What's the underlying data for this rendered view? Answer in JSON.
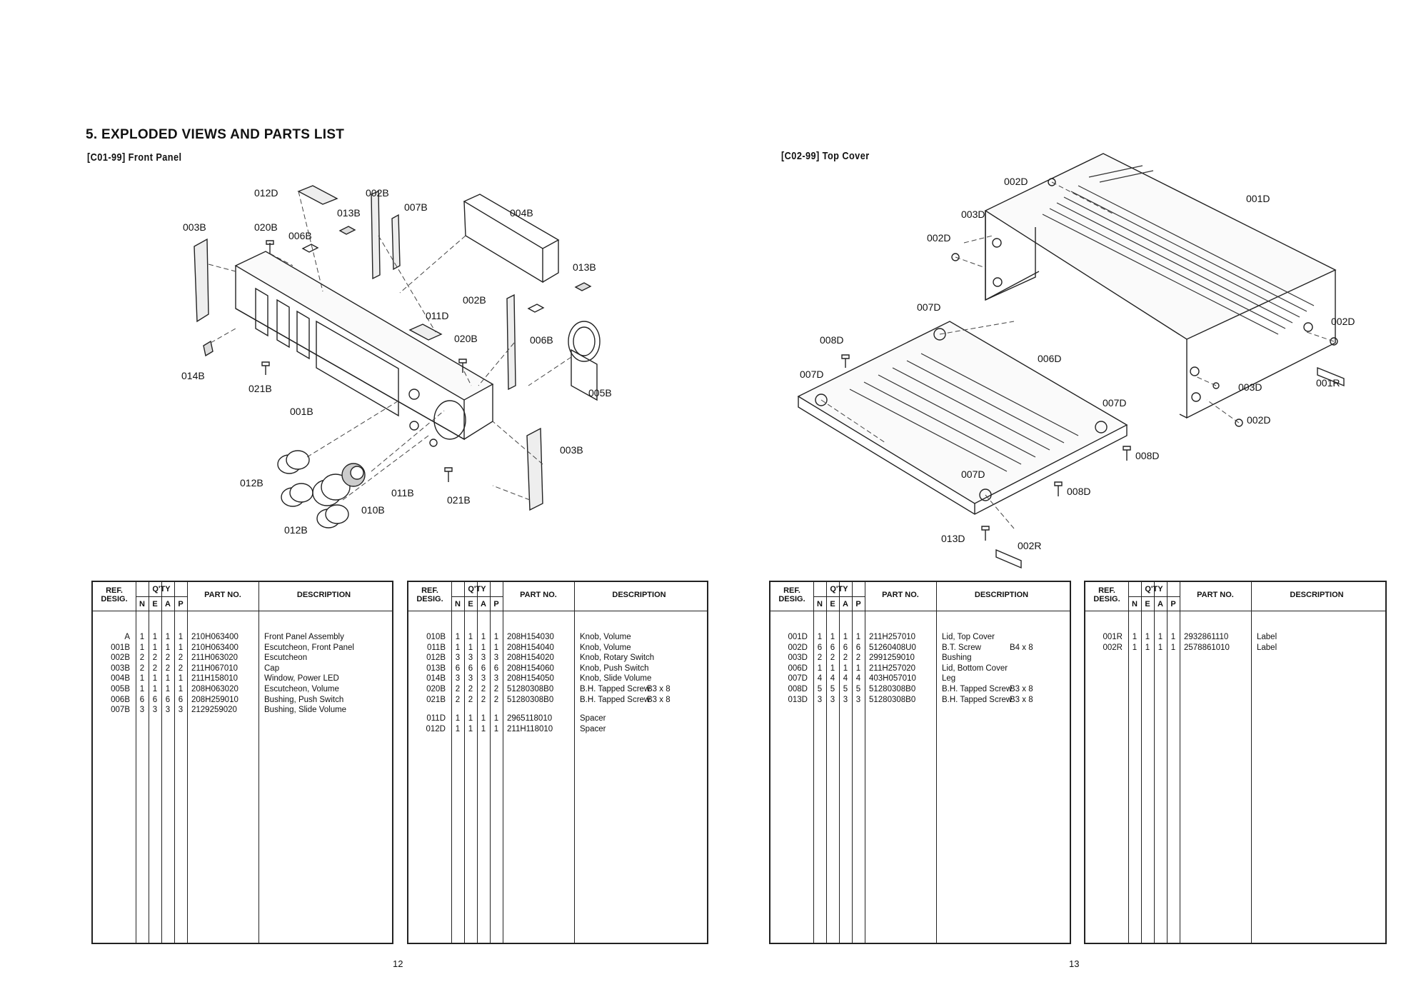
{
  "heading": "5. EXPLODED VIEWS AND PARTS LIST",
  "figures": {
    "front_panel": {
      "title": "[C01-99] Front Panel",
      "callouts": [
        "012D",
        "002B",
        "013B",
        "007B",
        "004B",
        "003B",
        "020B",
        "006B",
        "013B",
        "002B",
        "011D",
        "020B",
        "006B",
        "014B",
        "021B",
        "001B",
        "005B",
        "003B",
        "012B",
        "011B",
        "021B",
        "010B",
        "012B"
      ]
    },
    "top_cover": {
      "title": "[C02-99] Top Cover",
      "callouts": [
        "002D",
        "001D",
        "003D",
        "002D",
        "007D",
        "008D",
        "007D",
        "006D",
        "007D",
        "002D",
        "001R",
        "003D",
        "002D",
        "008D",
        "007D",
        "008D",
        "013D",
        "002R"
      ]
    }
  },
  "table_headers": {
    "ref": "REF.",
    "desig": "DESIG.",
    "qty": "Q'TY",
    "q_cols": [
      "N",
      "E",
      "A",
      "P"
    ],
    "part_no": "PART NO.",
    "description": "DESCRIPTION"
  },
  "tables": [
    {
      "rows": [
        {
          "ref": "A",
          "q": [
            "1",
            "1",
            "1",
            "1"
          ],
          "part": "210H063400",
          "desc": "Front Panel Assembly",
          "size": ""
        },
        {
          "ref": "001B",
          "q": [
            "1",
            "1",
            "1",
            "1"
          ],
          "part": "210H063400",
          "desc": "Escutcheon, Front Panel",
          "size": ""
        },
        {
          "ref": "002B",
          "q": [
            "2",
            "2",
            "2",
            "2"
          ],
          "part": "211H063020",
          "desc": "Escutcheon",
          "size": ""
        },
        {
          "ref": "003B",
          "q": [
            "2",
            "2",
            "2",
            "2"
          ],
          "part": "211H067010",
          "desc": "Cap",
          "size": ""
        },
        {
          "ref": "004B",
          "q": [
            "1",
            "1",
            "1",
            "1"
          ],
          "part": "211H158010",
          "desc": "Window, Power LED",
          "size": ""
        },
        {
          "ref": "005B",
          "q": [
            "1",
            "1",
            "1",
            "1"
          ],
          "part": "208H063020",
          "desc": "Escutcheon, Volume",
          "size": ""
        },
        {
          "ref": "006B",
          "q": [
            "6",
            "6",
            "6",
            "6"
          ],
          "part": "208H259010",
          "desc": "Bushing, Push Switch",
          "size": ""
        },
        {
          "ref": "007B",
          "q": [
            "3",
            "3",
            "3",
            "3"
          ],
          "part": "2129259020",
          "desc": "Bushing, Slide Volume",
          "size": ""
        }
      ]
    },
    {
      "rows": [
        {
          "ref": "010B",
          "q": [
            "1",
            "1",
            "1",
            "1"
          ],
          "part": "208H154030",
          "desc": "Knob, Volume",
          "size": ""
        },
        {
          "ref": "011B",
          "q": [
            "1",
            "1",
            "1",
            "1"
          ],
          "part": "208H154040",
          "desc": "Knob, Volume",
          "size": ""
        },
        {
          "ref": "012B",
          "q": [
            "3",
            "3",
            "3",
            "3"
          ],
          "part": "208H154020",
          "desc": "Knob, Rotary Switch",
          "size": ""
        },
        {
          "ref": "013B",
          "q": [
            "6",
            "6",
            "6",
            "6"
          ],
          "part": "208H154060",
          "desc": "Knob, Push Switch",
          "size": ""
        },
        {
          "ref": "014B",
          "q": [
            "3",
            "3",
            "3",
            "3"
          ],
          "part": "208H154050",
          "desc": "Knob, Slide Volume",
          "size": ""
        },
        {
          "ref": "020B",
          "q": [
            "2",
            "2",
            "2",
            "2"
          ],
          "part": "51280308B0",
          "desc": "B.H. Tapped Screw",
          "size": "B3 x 8"
        },
        {
          "ref": "021B",
          "q": [
            "2",
            "2",
            "2",
            "2"
          ],
          "part": "51280308B0",
          "desc": "B.H. Tapped Screw",
          "size": "B3 x 8"
        },
        {
          "ref": "011D",
          "q": [
            "1",
            "1",
            "1",
            "1"
          ],
          "part": "2965118010",
          "desc": "Spacer",
          "size": ""
        },
        {
          "ref": "012D",
          "q": [
            "1",
            "1",
            "1",
            "1"
          ],
          "part": "211H118010",
          "desc": "Spacer",
          "size": ""
        }
      ]
    },
    {
      "rows": [
        {
          "ref": "001D",
          "q": [
            "1",
            "1",
            "1",
            "1"
          ],
          "part": "211H257010",
          "desc": "Lid, Top Cover",
          "size": ""
        },
        {
          "ref": "002D",
          "q": [
            "6",
            "6",
            "6",
            "6"
          ],
          "part": "51260408U0",
          "desc": "B.T. Screw",
          "size": "B4 x 8"
        },
        {
          "ref": "003D",
          "q": [
            "2",
            "2",
            "2",
            "2"
          ],
          "part": "2991259010",
          "desc": "Bushing",
          "size": ""
        },
        {
          "ref": "006D",
          "q": [
            "1",
            "1",
            "1",
            "1"
          ],
          "part": "211H257020",
          "desc": "Lid, Bottom Cover",
          "size": ""
        },
        {
          "ref": "007D",
          "q": [
            "4",
            "4",
            "4",
            "4"
          ],
          "part": "403H057010",
          "desc": "Leg",
          "size": ""
        },
        {
          "ref": "008D",
          "q": [
            "5",
            "5",
            "5",
            "5"
          ],
          "part": "51280308B0",
          "desc": "B.H. Tapped Screw",
          "size": "B3 x 8"
        },
        {
          "ref": "013D",
          "q": [
            "3",
            "3",
            "3",
            "3"
          ],
          "part": "51280308B0",
          "desc": "B.H. Tapped Screw",
          "size": "B3 x 8"
        }
      ]
    },
    {
      "rows": [
        {
          "ref": "001R",
          "q": [
            "1",
            "1",
            "1",
            "1"
          ],
          "part": "2932861110",
          "desc": "Label",
          "size": ""
        },
        {
          "ref": "002R",
          "q": [
            "1",
            "1",
            "1",
            "1"
          ],
          "part": "2578861010",
          "desc": "Label",
          "size": ""
        }
      ]
    }
  ],
  "page_numbers": [
    "12",
    "13"
  ]
}
